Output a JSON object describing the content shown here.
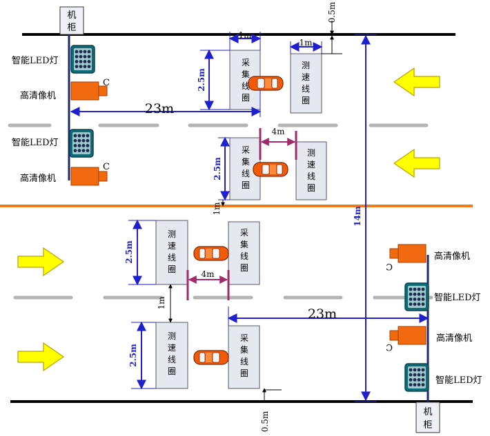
{
  "cabinet": {
    "top": [
      "机",
      "柜"
    ],
    "bottom": [
      "机",
      "柜"
    ]
  },
  "devices": {
    "led": "智能LED灯",
    "camera": "高清像机",
    "camera_mark": "C"
  },
  "loops": {
    "capture": [
      "采",
      "集",
      "线",
      "圈"
    ],
    "speed": [
      "测",
      "速",
      "线",
      "圈"
    ]
  },
  "dimensions": {
    "loop_length": "2.5m",
    "loop_width": "1m",
    "loop_gap": "4m",
    "loop_spacing": "1m",
    "edge_offset": "0.5m",
    "distance": "23m",
    "road_width": "14m"
  },
  "colors": {
    "road_line": "#000000",
    "lane_dash": "#b3b3b3",
    "median": "#f07a1e",
    "dimension": "#1f1fcf",
    "loop_gap_marker": "#a02a6a",
    "arrow_fill": "#ffff00",
    "arrow_stroke": "#b8a000",
    "camera": "#f26a0f",
    "car": "#f25a0a",
    "loop_fill": "#e6e8f0",
    "led_frame": "#0e6a74",
    "led_dot": "#1e2a4a"
  },
  "icons": {
    "arrow": "traffic-direction-arrow-icon",
    "car": "car-icon",
    "camera": "hd-camera-icon",
    "led": "led-light-icon"
  }
}
